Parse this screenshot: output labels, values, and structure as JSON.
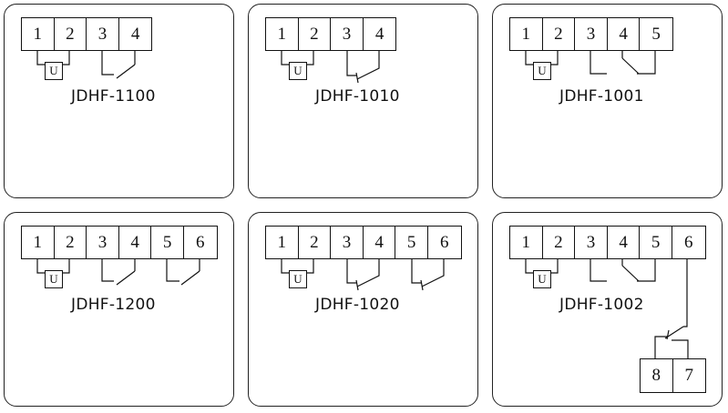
{
  "panels": [
    {
      "model": "JDHF-1100",
      "terminals": [
        "1",
        "2",
        "3",
        "4"
      ],
      "relay_label": "U"
    },
    {
      "model": "JDHF-1010",
      "terminals": [
        "1",
        "2",
        "3",
        "4"
      ],
      "relay_label": "U"
    },
    {
      "model": "JDHF-1001",
      "terminals": [
        "1",
        "2",
        "3",
        "4",
        "5"
      ],
      "relay_label": "U"
    },
    {
      "model": "JDHF-1200",
      "terminals": [
        "1",
        "2",
        "3",
        "4",
        "5",
        "6"
      ],
      "relay_label": "U"
    },
    {
      "model": "JDHF-1020",
      "terminals": [
        "1",
        "2",
        "3",
        "4",
        "5",
        "6"
      ],
      "relay_label": "U"
    },
    {
      "model": "JDHF-1002",
      "terminals": [
        "1",
        "2",
        "3",
        "4",
        "5",
        "6"
      ],
      "relay_label": "U",
      "extra_terminals": [
        "8",
        "7"
      ]
    }
  ]
}
